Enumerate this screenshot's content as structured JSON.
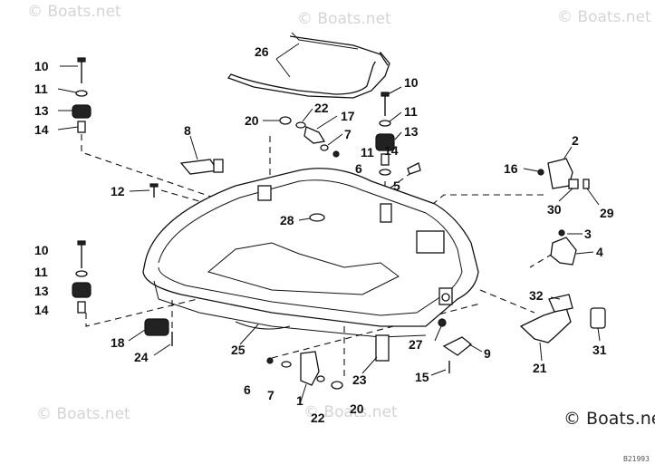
{
  "watermarks": {
    "top_left": "© Boats.net",
    "top_center": "© Boats.net",
    "top_right": "© Boats.net",
    "bottom_left": "© Boats.net",
    "bottom_center": "© Boats.net",
    "bottom_right": "© Boats.net"
  },
  "reference_code": "B21993",
  "callouts": {
    "c10a": "10",
    "c11a": "11",
    "c13a": "13",
    "c14a": "14",
    "c26": "26",
    "c10b": "10",
    "c20a": "20",
    "c22a": "22",
    "c17": "17",
    "c11b": "11",
    "c13b": "13",
    "c7a": "7",
    "c8": "8",
    "c11c": "11",
    "c14b": "14",
    "c6a": "6",
    "c2": "2",
    "c16": "16",
    "c5": "5",
    "c12": "12",
    "c28": "28",
    "c30": "30",
    "c29": "29",
    "c3": "3",
    "c4": "4",
    "c10c": "10",
    "c11d": "11",
    "c13c": "13",
    "c14c": "14",
    "c32": "32",
    "c18": "18",
    "c24": "24",
    "c25": "25",
    "c27": "27",
    "c9": "9",
    "c31": "31",
    "c21": "21",
    "c6b": "6",
    "c7b": "7",
    "c1": "1",
    "c23": "23",
    "c15": "15",
    "c22b": "22",
    "c20b": "20"
  }
}
